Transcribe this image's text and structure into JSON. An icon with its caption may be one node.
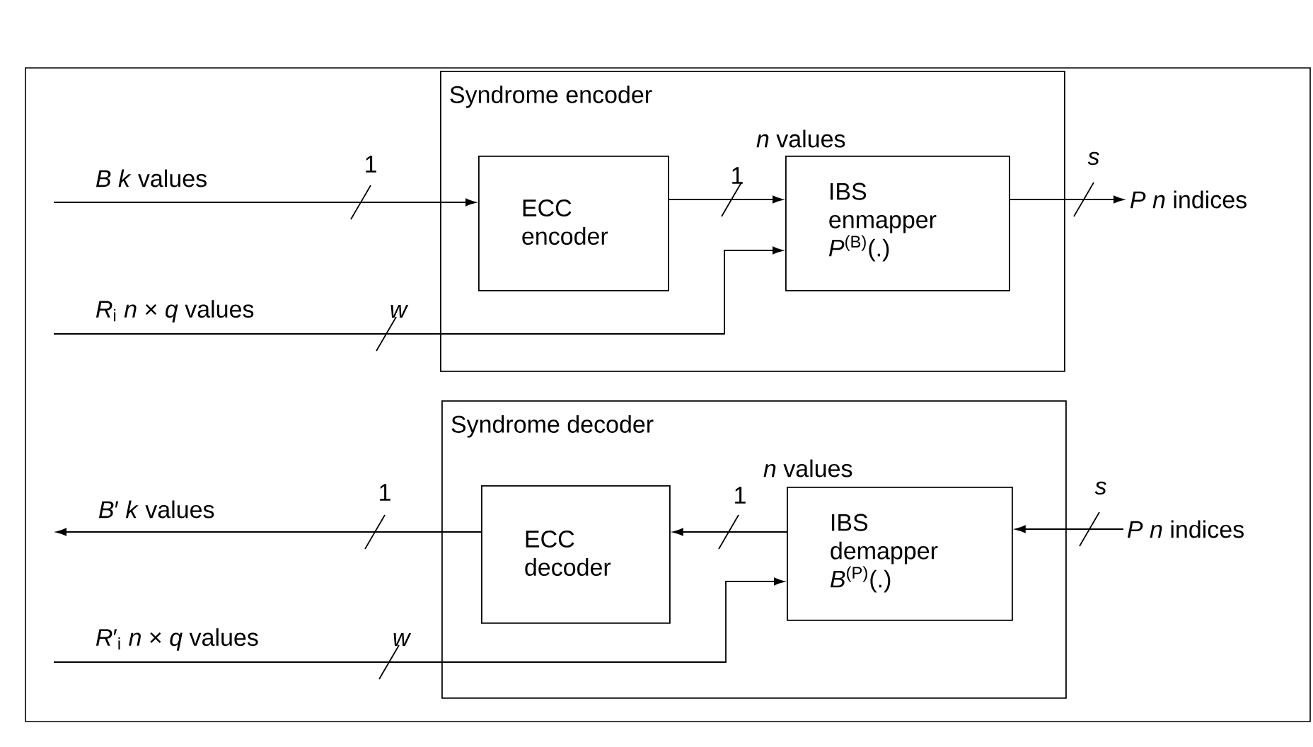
{
  "diagram": {
    "nodes": [
      {
        "text": [
          "Syndrome encoder"
        ]
      },
      {
        "text": [
          "ECC encoder"
        ],
        "in": 0
      },
      {
        "text": [
          "IBS enmapper *P*$^{(B)}$(.)"
        ],
        "in": 0
      },
      {
        "text": [
          "*P* *n* indices"
        ]
      },
      {
        "text": [
          "Syndrome decoder"
        ]
      },
      {
        "text": [
          "ECC decoder"
        ],
        "in": 4
      },
      {
        "text": [
          "IBS demapper *B*$^{(P)}$(.)"
        ],
        "in": 4
      },
      {
        "text": [
          "*P* *n* indices"
        ]
      }
    ],
    "edges": [
      {
        "from": null,
        "to": 1,
        "arrow": "to",
        "label": "*B*  *k* values"
      },
      {
        "from": null,
        "to": 2,
        "arrow": "to",
        "label": "*R*$_{i}$ *n* × *q* values"
      },
      {
        "from": 1,
        "to": 2,
        "arrow": "to",
        "label": "*n* values"
      },
      {
        "from": 2,
        "to": 3,
        "arrow": "to"
      },
      {
        "from": 7,
        "to": 6,
        "arrow": "to"
      },
      {
        "from": 6,
        "to": 5,
        "arrow": "to",
        "label": "*n* values"
      },
      {
        "from": 5,
        "to": null,
        "arrow": "to",
        "label": "*B*′ *k* values"
      },
      {
        "from": null,
        "to": 6,
        "arrow": "to",
        "label": "*R*′$_{i}$ *n* × *q* values"
      }
    ],
    "labels": [
      "1",
      "1",
      "*s*",
      "*w*",
      "1",
      "1",
      "*s*",
      "*w*"
    ]
  }
}
